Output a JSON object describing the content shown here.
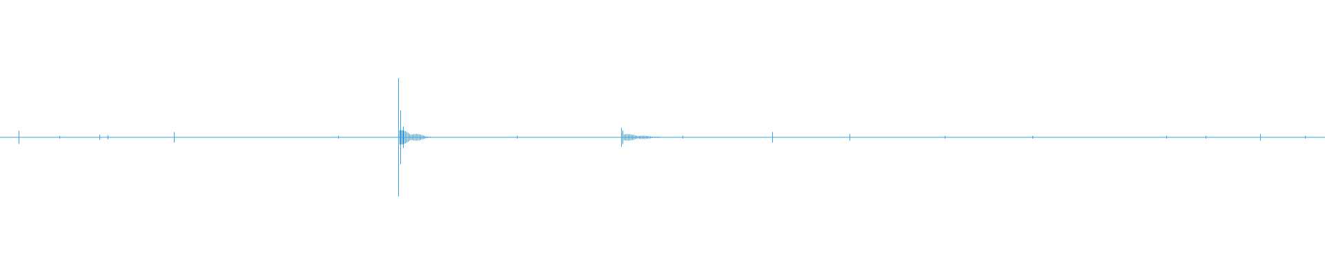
{
  "waveform": {
    "color": "#3b9fe0",
    "background": "#ffffff",
    "amplitude_range": [
      -1,
      1
    ],
    "duration_fraction_samples": [
      {
        "t": 0.014,
        "amp": 0.05
      },
      {
        "t": 0.045,
        "amp": 0.01
      },
      {
        "t": 0.075,
        "amp": 0.02
      },
      {
        "t": 0.081,
        "amp": 0.015
      },
      {
        "t": 0.131,
        "amp": 0.04
      },
      {
        "t": 0.255,
        "amp": 0.01
      },
      {
        "t": 0.3005,
        "amp": 0.44
      },
      {
        "t": 0.302,
        "amp": 0.2
      },
      {
        "t": 0.304,
        "amp": 0.08
      },
      {
        "t": 0.307,
        "amp": 0.04
      },
      {
        "t": 0.312,
        "amp": 0.02
      },
      {
        "t": 0.39,
        "amp": 0.01
      },
      {
        "t": 0.4685,
        "amp": 0.07
      },
      {
        "t": 0.47,
        "amp": 0.05
      },
      {
        "t": 0.473,
        "amp": 0.02
      },
      {
        "t": 0.515,
        "amp": 0.01
      },
      {
        "t": 0.583,
        "amp": 0.04
      },
      {
        "t": 0.641,
        "amp": 0.025
      },
      {
        "t": 0.713,
        "amp": 0.01
      },
      {
        "t": 0.779,
        "amp": 0.01
      },
      {
        "t": 0.88,
        "amp": 0.01
      },
      {
        "t": 0.91,
        "amp": 0.01
      },
      {
        "t": 0.951,
        "amp": 0.025
      },
      {
        "t": 0.985,
        "amp": 0.01
      }
    ]
  }
}
